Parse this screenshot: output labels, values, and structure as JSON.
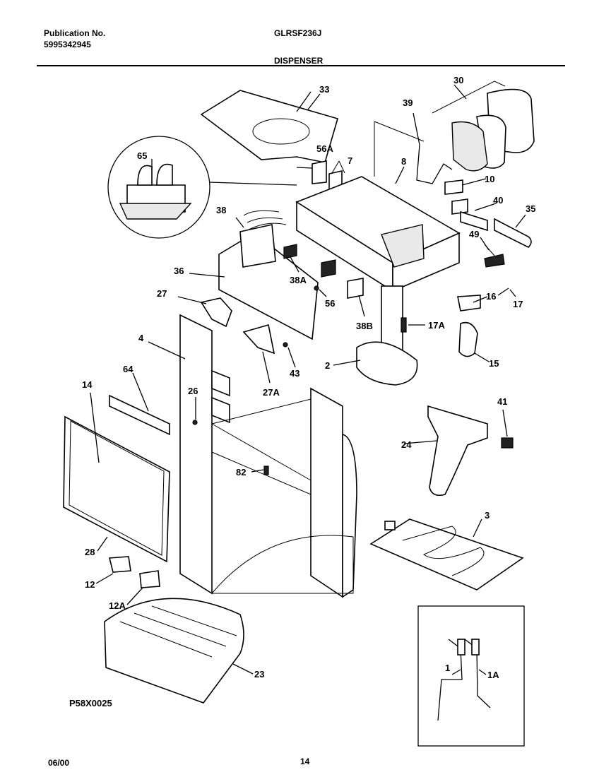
{
  "header": {
    "publication_label": "Publication No.",
    "publication_number": "5995342945",
    "model": "GLRSF236J",
    "section_title": "DISPENSER"
  },
  "footer": {
    "date": "06/00",
    "page": "14",
    "drawing_code": "P58X0025"
  },
  "parts": {
    "p1": "1",
    "p1a": "1A",
    "p2": "2",
    "p3": "3",
    "p4": "4",
    "p7": "7",
    "p8": "8",
    "p10": "10",
    "p12": "12",
    "p12a": "12A",
    "p14": "14",
    "p15": "15",
    "p16": "16",
    "p17": "17",
    "p17a": "17A",
    "p23": "23",
    "p24": "24",
    "p26": "26",
    "p27": "27",
    "p27a": "27A",
    "p28": "28",
    "p30": "30",
    "p33": "33",
    "p35": "35",
    "p36": "36",
    "p38": "38",
    "p38a": "38A",
    "p38b": "38B",
    "p39": "39",
    "p40": "40",
    "p41": "41",
    "p43": "43",
    "p49": "49",
    "p56": "56",
    "p56a": "56A",
    "p64": "64",
    "p65": "65",
    "p82": "82"
  }
}
